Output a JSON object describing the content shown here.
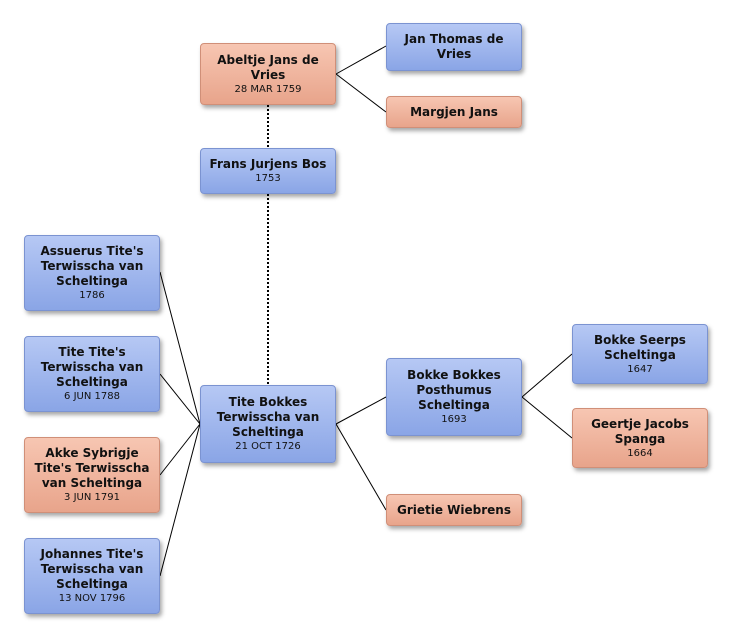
{
  "persons": {
    "abeltje": {
      "name": "Abeltje Jans de Vries",
      "date": "28 MAR 1759"
    },
    "jan_thomas": {
      "name": "Jan Thomas de Vries",
      "date": ""
    },
    "margjen": {
      "name": "Margjen Jans",
      "date": ""
    },
    "frans": {
      "name": "Frans Jurjens Bos",
      "date": "1753"
    },
    "assuerus": {
      "name": "Assuerus Tite's Terwisscha van Scheltinga",
      "date": "1786"
    },
    "tite_tite": {
      "name": "Tite Tite's Terwisscha van Scheltinga",
      "date": "6 JUN 1788"
    },
    "akke": {
      "name": "Akke Sybrigje Tite's Terwisscha van Scheltinga",
      "date": "3 JUN 1791"
    },
    "johannes": {
      "name": "Johannes Tite's Terwisscha van Scheltinga",
      "date": "13 NOV 1796"
    },
    "tite_bokkes": {
      "name": "Tite Bokkes Terwisscha van Scheltinga",
      "date": "21 OCT 1726"
    },
    "bokke_bokkes": {
      "name": "Bokke Bokkes Posthumus Scheltinga",
      "date": "1693"
    },
    "grietie": {
      "name": "Grietie Wiebrens",
      "date": ""
    },
    "bokke_seerps": {
      "name": "Bokke Seerps Scheltinga",
      "date": "1647"
    },
    "geertje": {
      "name": "Geertje Jacobs Spanga",
      "date": "1664"
    }
  },
  "colors": {
    "male": "#9bb3ec",
    "female": "#f0b49d",
    "line": "#000000"
  }
}
